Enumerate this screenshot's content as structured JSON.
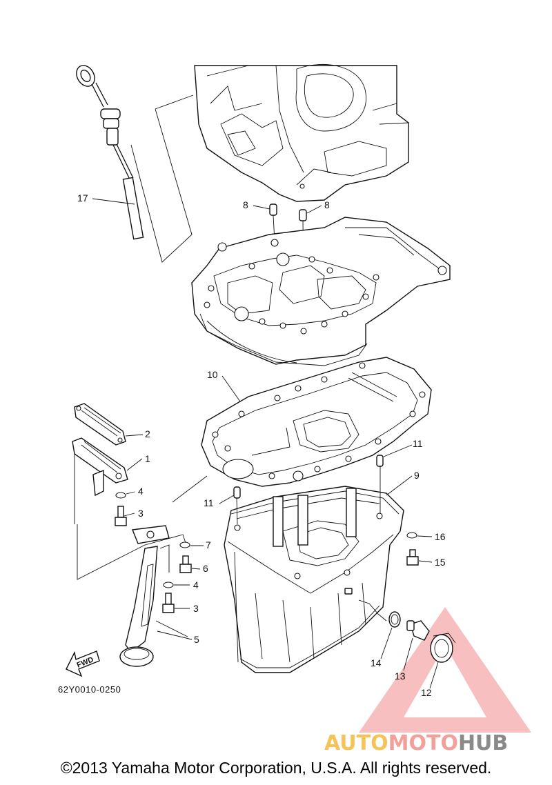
{
  "diagram": {
    "part_labels": [
      {
        "id": "p17",
        "text": "17"
      },
      {
        "id": "p8a",
        "text": "8"
      },
      {
        "id": "p8b",
        "text": "8"
      },
      {
        "id": "p10",
        "text": "10"
      },
      {
        "id": "p2",
        "text": "2"
      },
      {
        "id": "p1",
        "text": "1"
      },
      {
        "id": "p4a",
        "text": "4"
      },
      {
        "id": "p3a",
        "text": "3"
      },
      {
        "id": "p11a",
        "text": "11"
      },
      {
        "id": "p11b",
        "text": "11"
      },
      {
        "id": "p9",
        "text": "9"
      },
      {
        "id": "p16",
        "text": "16"
      },
      {
        "id": "p15",
        "text": "15"
      },
      {
        "id": "p7",
        "text": "7"
      },
      {
        "id": "p6",
        "text": "6"
      },
      {
        "id": "p4b",
        "text": "4"
      },
      {
        "id": "p3b",
        "text": "3"
      },
      {
        "id": "p5",
        "text": "5"
      },
      {
        "id": "p14",
        "text": "14"
      },
      {
        "id": "p13",
        "text": "13"
      },
      {
        "id": "p12",
        "text": "12"
      }
    ],
    "fwd_label": "FWD",
    "drawing_code": "62Y0010-0250"
  },
  "watermark": {
    "word_part1": "AUTO",
    "word_part2": "MOTO",
    "word_part3": "HUB",
    "colors": {
      "triangle": "#f08a8a",
      "auto": "#f6c35a",
      "moto": "#f4a09a",
      "hub": "#8a8a8a"
    }
  },
  "footer": {
    "copyright": "©2013 Yamaha Motor Corporation, U.S.A. All rights reserved."
  }
}
